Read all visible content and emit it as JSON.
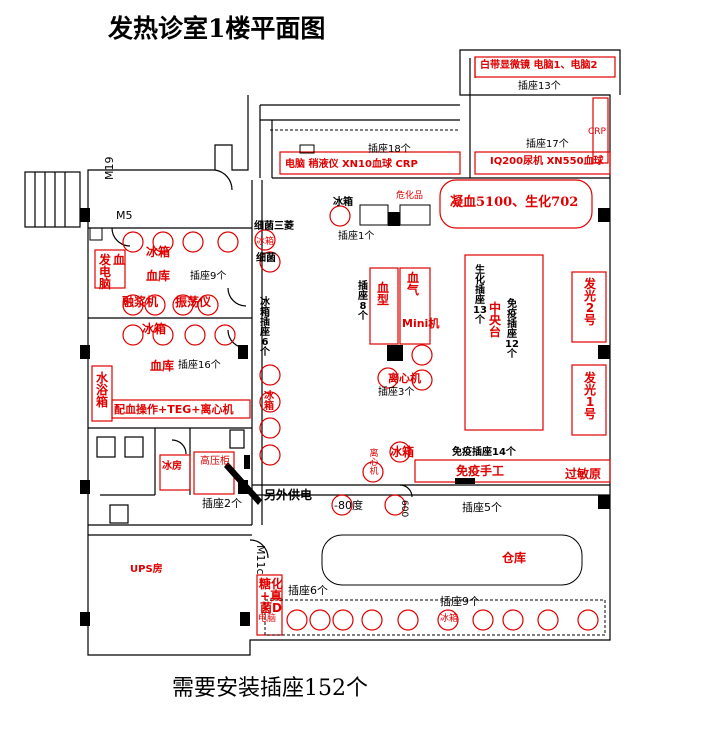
{
  "title": "发热诊室1楼平面图",
  "footer": "需要安装插座152个",
  "colors": {
    "red": "#e00000",
    "wall": "#000000"
  },
  "labels": {
    "topright_eq": "白带显微镜 电脑1、电脑2",
    "socket13": "插座13个",
    "socket17": "插座17个",
    "crp_right": "CRP",
    "socket18": "插座18个",
    "topright_line": "IQ200尿机 XN550血球",
    "counter_line": "电脑  稍液仪 XN10血球    CRP",
    "m19": "M19",
    "m5": "M5",
    "hazard": "危化品",
    "coag": "凝血5100、生化702",
    "bact1": "细菌三菱",
    "icebox_a": "冰箱",
    "bact2": "细菌",
    "socket1": "插座1个",
    "bact_ice": "冰箱",
    "s_ice": "冰箱",
    "s_bank": "血库",
    "s_socket9": "插座9个",
    "s_fa": "发电脑",
    "s_xue": "血",
    "s_rongjiang": "融浆机",
    "s_zhendang": "振荡仪",
    "s_ice2": "冰箱",
    "s_bank2": "血库",
    "s_socket16": "插座16个",
    "s_bath": "水浴箱",
    "s_prep": "配血操作+TEG+离心机",
    "corr_ice": "冰箱插座6个",
    "corr_ice2": "冰箱",
    "c_socket8": "插座8个",
    "c_blood_type": "血型",
    "c_bloodgas": "血气",
    "c_mini": "Mini机",
    "c_centrifuge": "离心机",
    "c_socket3": "插座3个",
    "c_bio": "生化插座13个",
    "c_center": "中央台",
    "c_immune": "免疫插座12个",
    "r_fg2": "发光2号",
    "r_fg1": "发光1号",
    "ice_room": "冰房",
    "hv_cab": "高压柜",
    "other_power": "另外供电",
    "socket2": "插座2个",
    "minus80": "-80度",
    "cent_ice": "离心机",
    "cent_ice2": "冰箱",
    "ice3": "冰箱",
    "immune_socket14": "免疫插座14个",
    "immune_hand": "免疫手工",
    "allergen": "过敏原",
    "n600": "600",
    "socket5": "插座5个",
    "ups": "UPS房",
    "m11": "M11c",
    "warehouse": "仓库",
    "glycated": "糖化+真菌D",
    "pc_small": "电脑",
    "socket6": "插座6个",
    "socket9b": "插座9个",
    "icebox_b": "冰箱"
  }
}
